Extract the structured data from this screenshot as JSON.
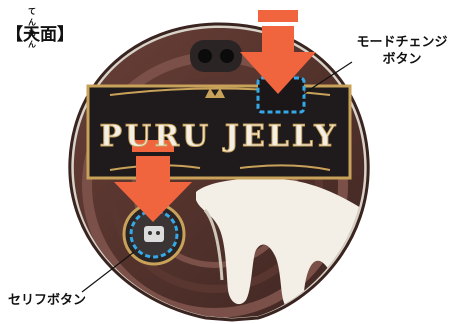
{
  "heading": {
    "ruby": "てん めん",
    "label": "【天面】"
  },
  "device": {
    "title": "PURU JELLY"
  },
  "callouts": {
    "mode_change_line1": "モードチェンジ",
    "mode_change_line2": "ボタン",
    "serif_button": "セリフボタン"
  },
  "colors": {
    "device_bg": "#4e2f2a",
    "banner": "#1f1a1b",
    "gold": "#c9a25a",
    "cream": "#f3efe6",
    "arrow": "#f0643e",
    "highlight": "#35a8e6"
  },
  "icons": [
    "down-arrow-icon",
    "mode-change-button",
    "serif-button",
    "camera-lens-icon"
  ]
}
